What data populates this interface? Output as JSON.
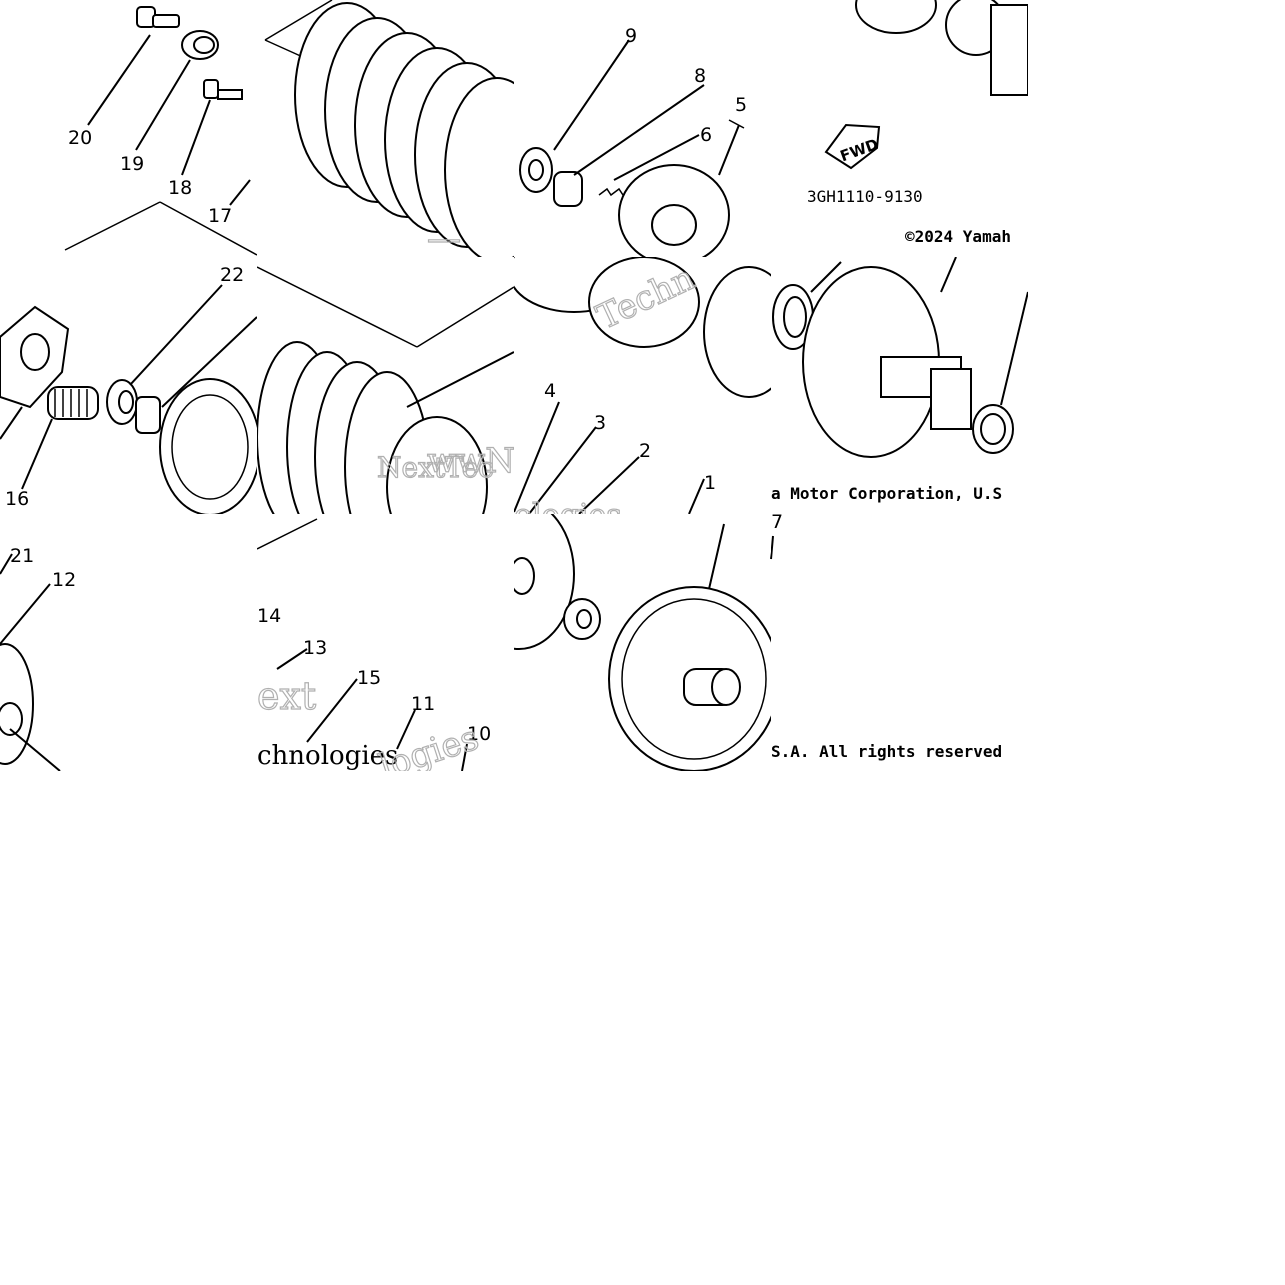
{
  "diagram": {
    "part_code": "3GH1110-9130",
    "direction_label": "FWD",
    "copyright_parts": [
      "©2024 Yamah",
      "a Motor Corporation, U.S",
      "S.A. All rights reserved"
    ],
    "watermark": [
      "wwNe",
      "Techn",
      "NextTec",
      "ologies",
      "ext",
      "chnologies",
      "logies"
    ],
    "callouts": [
      "1",
      "2",
      "3",
      "4",
      "5",
      "6",
      "7",
      "8",
      "9",
      "10",
      "11",
      "12",
      "13",
      "14",
      "15",
      "16",
      "17",
      "18",
      "19",
      "20",
      "21",
      "22"
    ]
  }
}
